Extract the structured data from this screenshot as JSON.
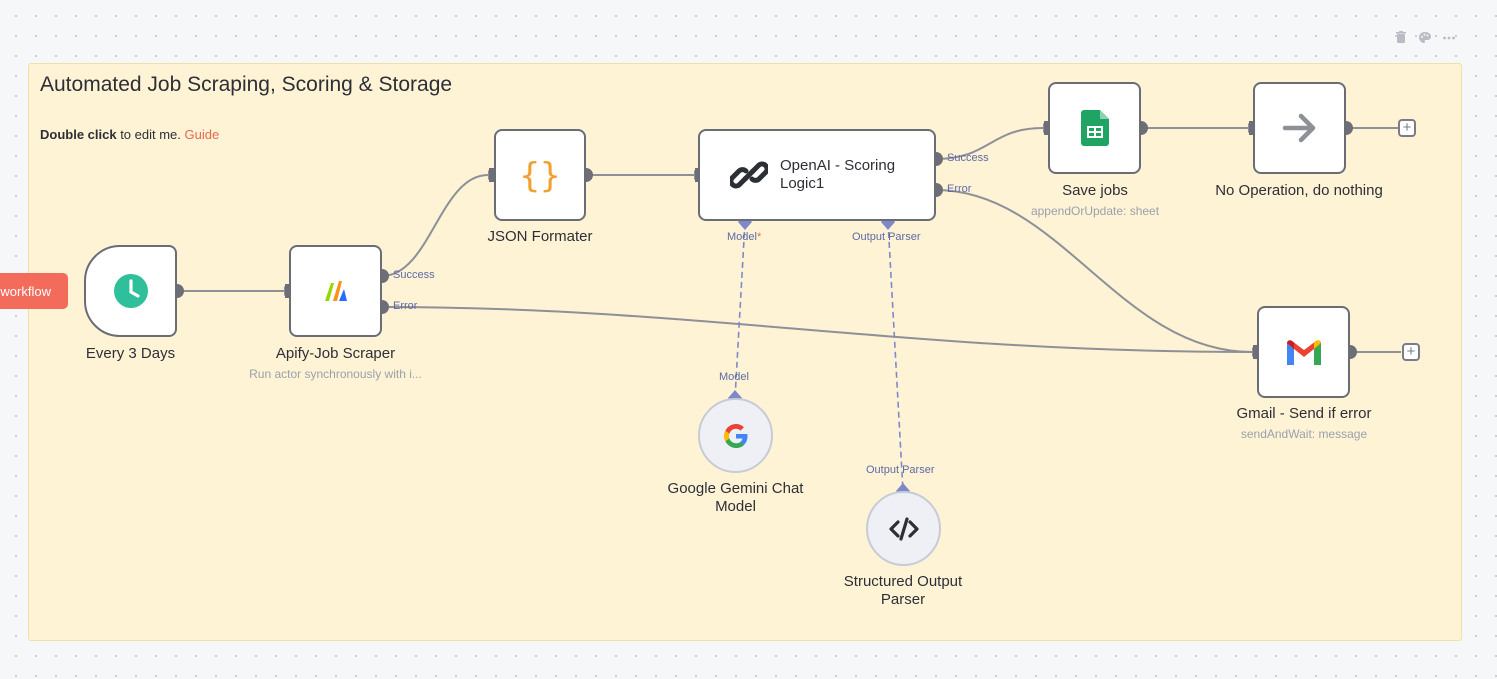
{
  "sticky": {
    "title": "Automated Job Scraping, Scoring & Storage",
    "body_bold": "Double click",
    "body_rest": " to edit me. ",
    "guide_link": "Guide",
    "color": "#fff3d6"
  },
  "toolbar": {
    "icons": [
      "trash-icon",
      "palette-icon",
      "more-icon"
    ],
    "workflow_button": "workflow"
  },
  "nodes": {
    "trigger": {
      "label": "Every 3 Days",
      "icon": "clock-icon"
    },
    "apify": {
      "label": "Apify-Job Scraper",
      "subtitle": "Run actor synchronously with i...",
      "icon": "apify-icon",
      "success": "Success",
      "error": "Error"
    },
    "json": {
      "label": "JSON Formater",
      "icon": "curly-braces-icon"
    },
    "openai": {
      "label": "OpenAI - Scoring Logic1",
      "icon": "chain-link-icon",
      "success": "Success",
      "error": "Error",
      "model_port": "Model",
      "parser_port": "Output Parser"
    },
    "save": {
      "label": "Save jobs",
      "subtitle": "appendOrUpdate: sheet",
      "icon": "google-sheets-icon"
    },
    "noop": {
      "label": "No Operation, do nothing",
      "icon": "arrow-right-icon"
    },
    "gmail": {
      "label": "Gmail - Send if error",
      "subtitle": "sendAndWait: message",
      "icon": "gmail-icon"
    },
    "gemini": {
      "label": "Google Gemini Chat Model",
      "port": "Model",
      "icon": "google-icon"
    },
    "parser": {
      "label": "Structured Output Parser",
      "port": "Output Parser",
      "icon": "code-icon"
    }
  },
  "colors": {
    "accent": "#f26b5b",
    "port": "#7f89c9",
    "edge": "#8e9097",
    "trigger_icon": "#2fbf9b"
  }
}
